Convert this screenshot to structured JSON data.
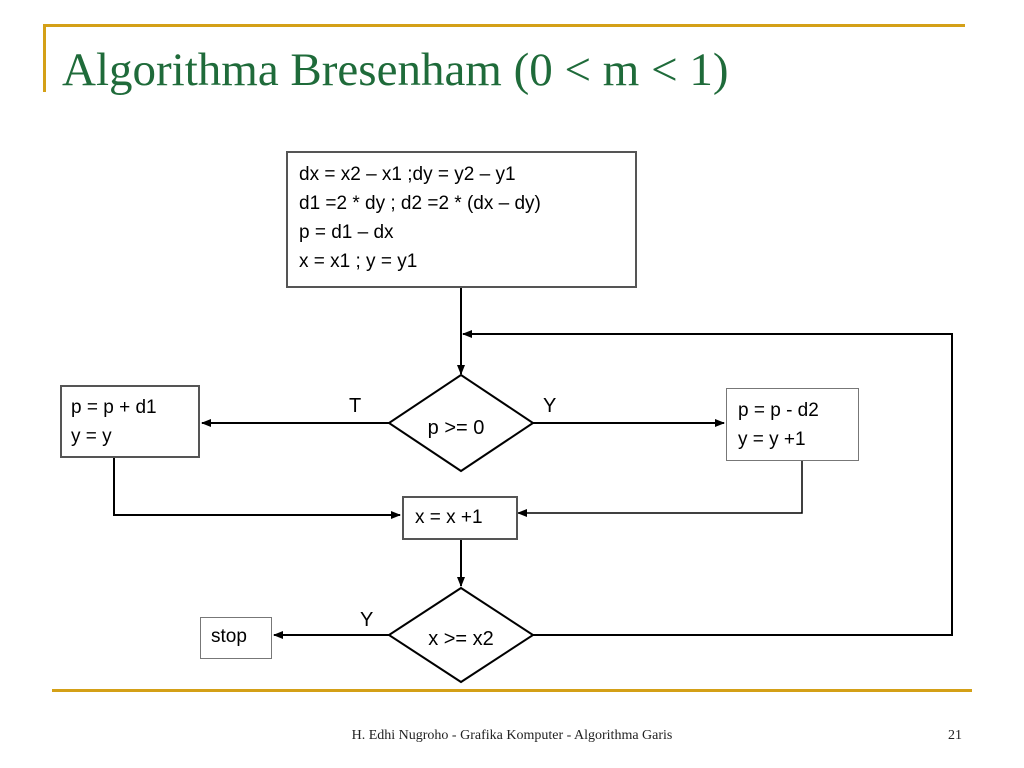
{
  "slide": {
    "title": "Algorithma Bresenham (0 < m < 1)",
    "footer": "H. Edhi Nugroho - Grafika Komputer - Algorithma Garis",
    "page_number": "21"
  },
  "colors": {
    "title": "#1f6b3a",
    "accent_rule": "#d4a017",
    "box_border": "#555555",
    "lines": "#000000"
  },
  "flowchart": {
    "init_box": {
      "lines": [
        "dx = x2 – x1 ;dy = y2 – y1",
        "d1 =2 * dy ; d2 =2 * (dx – dy)",
        "p = d1 – dx",
        "x = x1 ; y = y1"
      ]
    },
    "decision_p": {
      "text": "p >= 0",
      "false_label": "T",
      "true_label": "Y"
    },
    "box_left": {
      "lines": [
        "p = p + d1",
        "y = y"
      ]
    },
    "box_right": {
      "lines": [
        "p = p - d2",
        "y = y +1"
      ]
    },
    "box_x_increment": {
      "text": "x = x +1"
    },
    "decision_x": {
      "text": "x >= x2",
      "true_label": "Y"
    },
    "stop_box": {
      "text": "stop"
    }
  }
}
